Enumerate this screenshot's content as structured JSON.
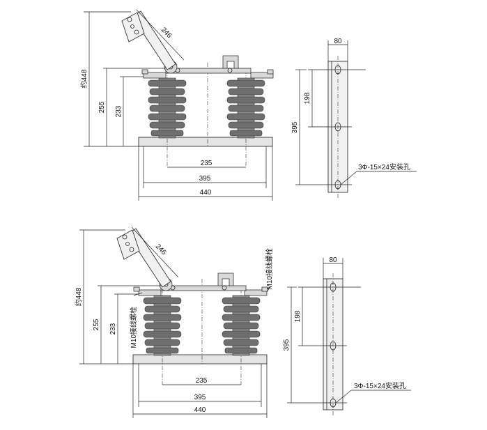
{
  "views": [
    {
      "id": "top",
      "dims": {
        "blade_length": "246",
        "overall_height": "约448",
        "height_a": "255",
        "height_b": "233",
        "span_a": "235",
        "span_b": "395",
        "span_c": "440"
      },
      "ground_label": "",
      "side": {
        "width": "80",
        "hole_pitch": "198",
        "total": "395",
        "holes_note": "3Φ-15×24安装孔"
      }
    },
    {
      "id": "bottom",
      "dims": {
        "blade_length": "246",
        "overall_height": "约448",
        "height_a": "255",
        "height_b": "233",
        "span_a": "235",
        "span_b": "395",
        "span_c": "440"
      },
      "ground_label": "M10接线螺栓",
      "side": {
        "width": "80",
        "hole_pitch": "198",
        "total": "395",
        "holes_note": "3Φ-15×24安装孔"
      }
    }
  ]
}
